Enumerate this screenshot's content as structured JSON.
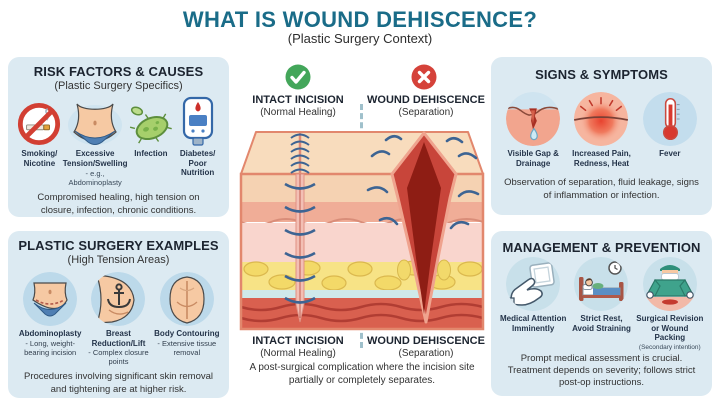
{
  "header": {
    "title": "WHAT IS WOUND DEHISCENCE?",
    "subtitle": "(Plastic Surgery Context)"
  },
  "colors": {
    "title_teal": "#1a6c88",
    "panel_bg": "#dceaf2",
    "icon_circle_bg": "#c5dfec",
    "check_green": "#43a65a",
    "cross_red": "#d5423a",
    "suture_blue": "#3d6493"
  },
  "panels": {
    "risk": {
      "title": "RISK FACTORS & CAUSES",
      "subtitle": "(Plastic Surgery Specifics)",
      "items": [
        {
          "icon": "no-smoking-icon",
          "label": "Smoking/\nNicotine"
        },
        {
          "icon": "abdomen-swelling-icon",
          "label": "Excessive\nTension/Swelling",
          "note": "- e.g., Abdominoplasty"
        },
        {
          "icon": "bacteria-icon",
          "label": "Infection"
        },
        {
          "icon": "glucometer-icon",
          "label": "Diabetes/\nPoor Nutrition"
        }
      ],
      "summary": "Compromised healing, high tension on closure, infection, chronic conditions."
    },
    "surgery": {
      "title": "PLASTIC SURGERY EXAMPLES",
      "subtitle": "(High Tension Areas)",
      "items": [
        {
          "icon": "tummy-tuck-icon",
          "name": "Abdominoplasty",
          "detail": "- Long, weight-\nbearing incision"
        },
        {
          "icon": "breast-lift-icon",
          "name": "Breast\nReduction/Lift",
          "detail": "- Complex closure\npoints"
        },
        {
          "icon": "body-contouring-icon",
          "name": "Body Contouring",
          "detail": "- Extensive tissue\nremoval"
        }
      ],
      "summary": "Procedures involving significant skin removal and tightening are at higher risk."
    },
    "signs": {
      "title": "SIGNS & SYMPTOMS",
      "items": [
        {
          "icon": "wound-gap-icon",
          "label": "Visible Gap &\nDrainage"
        },
        {
          "icon": "inflammation-icon",
          "label": "Increased Pain,\nRedness, Heat"
        },
        {
          "icon": "thermometer-icon",
          "label": "Fever"
        }
      ],
      "summary": "Observation of separation, fluid leakage, signs of inflammation or infection."
    },
    "management": {
      "title": "MANAGEMENT & PREVENTION",
      "items": [
        {
          "icon": "gauze-hand-icon",
          "label": "Medical Attention\nImminently"
        },
        {
          "icon": "bed-rest-icon",
          "label": "Strict Rest,\nAvoid Straining"
        },
        {
          "icon": "surgeon-icon",
          "label": "Surgical Revision\nor Wound Packing",
          "note": "(Secondary intention)"
        }
      ],
      "summary": "Prompt medical assessment is crucial. Treatment depends on severity; follows strict post-op instructions."
    }
  },
  "center": {
    "intact": {
      "icon": "check-icon",
      "title": "INTACT INCISION",
      "subtitle": "(Normal Healing)"
    },
    "dehiscence": {
      "icon": "cross-icon",
      "title": "WOUND DEHISCENCE",
      "subtitle": "(Separation)"
    },
    "definition": "A post-surgical complication where the incision site partially or completely separates."
  }
}
